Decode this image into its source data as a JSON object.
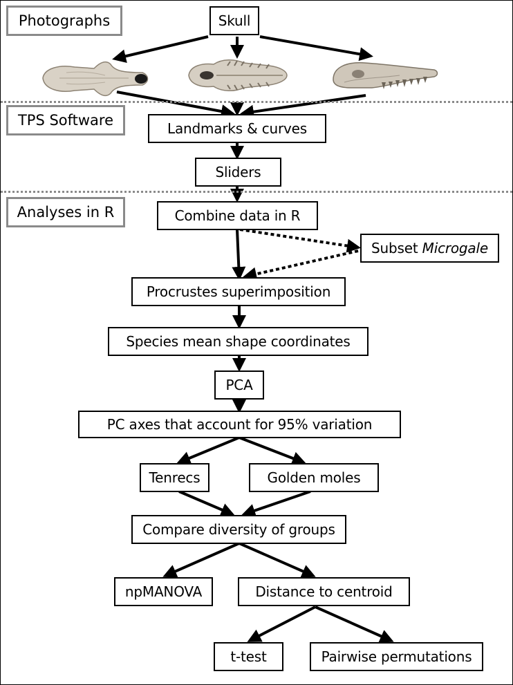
{
  "sections": {
    "photographs": "Photographs",
    "tps_software": "TPS Software",
    "analyses_in_r": "Analyses in R"
  },
  "nodes": {
    "skull": "Skull",
    "landmarks_curves": "Landmarks & curves",
    "sliders": "Sliders",
    "combine_data": "Combine data in R",
    "subset_prefix": "Subset",
    "subset_taxon": "Microgale",
    "procrustes": "Procrustes superimposition",
    "species_mean": "Species mean shape coordinates",
    "pca": "PCA",
    "pc_axes": "PC axes that account for 95% variation",
    "tenrecs": "Tenrecs",
    "golden_moles": "Golden moles",
    "compare_diversity": "Compare diversity of groups",
    "npmanova": "npMANOVA",
    "distance_centroid": "Distance to centroid",
    "t_test": "t-test",
    "pairwise": "Pairwise permutations"
  },
  "photos": [
    "dorsal-view",
    "ventral-view",
    "lateral-view"
  ],
  "colors": {
    "line": "#000000",
    "divider": "#8a8a8a",
    "bone": "#d9d2c6"
  }
}
